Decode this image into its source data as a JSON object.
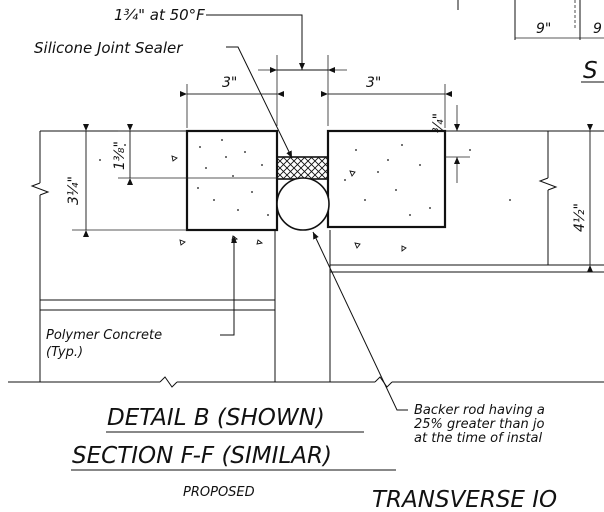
{
  "labels": {
    "gap_at_temp": "1¾\" at 50°F",
    "sealer": "Silicone Joint Sealer",
    "polymer_1": "Polymer Concrete",
    "polymer_2": "(Typ.)",
    "backer_1": "Backer rod having a",
    "backer_2": "25% greater than jo",
    "backer_3": "at the time of instal"
  },
  "dimensions": {
    "left_block_width": "3\"",
    "right_block_width": "3\"",
    "offset_top": "¾\"",
    "sealer_depth": "1⅜\"",
    "left_depth": "3¼\"",
    "right_depth": "4½\"",
    "right_panel_1": "9\"",
    "right_panel_2": "9",
    "right_panel_title": "S"
  },
  "titles": {
    "detail": "DETAIL B (SHOWN)",
    "section": "SECTION F-F (SIMILAR)",
    "status": "PROPOSED",
    "transverse": "TRANSVERSE JO"
  }
}
